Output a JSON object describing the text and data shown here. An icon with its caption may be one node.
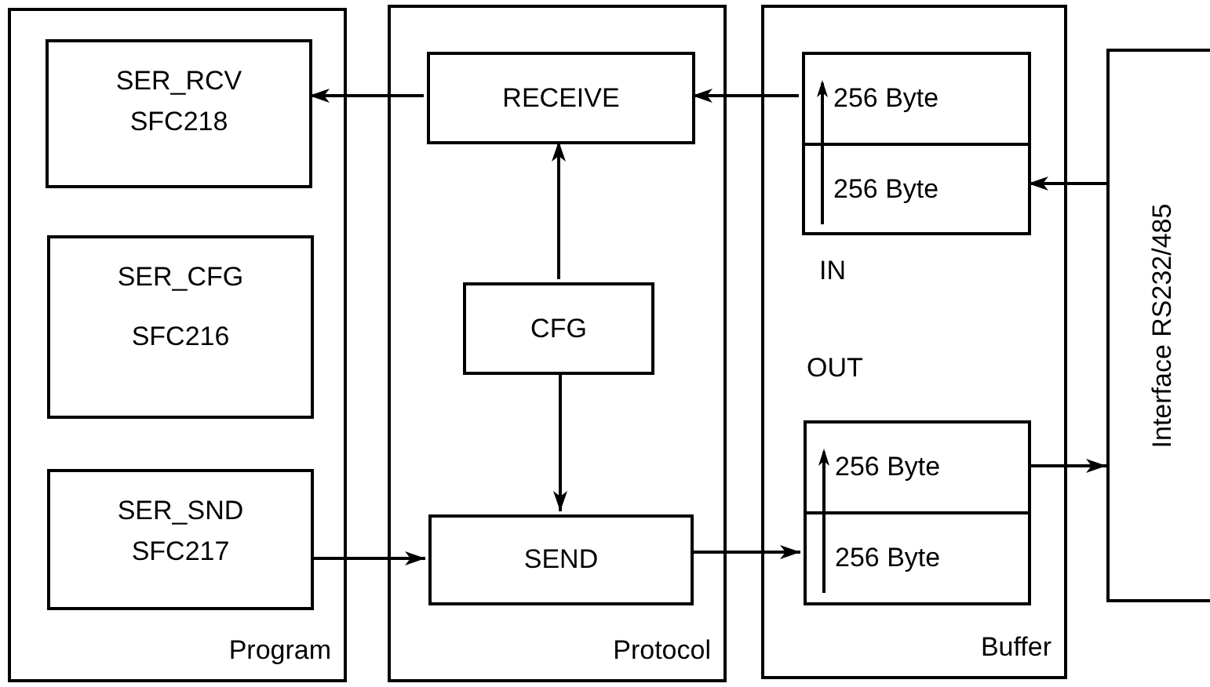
{
  "diagram": {
    "nodes": [
      {
        "text": [
          "Program"
        ]
      },
      {
        "text": [
          "SER_RCV SFC218"
        ],
        "in": 0
      },
      {
        "text": [
          "SER_CFG",
          "SFC216"
        ],
        "in": 0
      },
      {
        "text": [
          "SER_SND SFC217"
        ],
        "in": 0
      },
      {
        "text": [
          "Protocol"
        ]
      },
      {
        "text": [
          "RECEIVE"
        ],
        "in": 4
      },
      {
        "text": [
          "CFG"
        ],
        "in": 4
      },
      {
        "text": [
          "SEND"
        ],
        "in": 4
      },
      {
        "text": [
          "Buffer"
        ]
      },
      {
        "text": [
          "256 Byte",
          "256 Byte"
        ],
        "in": 8,
        "beside": [
          "IN"
        ]
      },
      {
        "text": [
          "256 Byte",
          "256 Byte"
        ],
        "in": 8,
        "beside": [
          "OUT"
        ]
      },
      {
        "text": [
          "Interface RS232/485"
        ]
      }
    ],
    "edges": [
      {
        "from": 5,
        "to": 1,
        "arrow": "to"
      },
      {
        "from": 9,
        "to": 5,
        "arrow": "to"
      },
      {
        "from": 6,
        "to": 5,
        "arrow": "to"
      },
      {
        "from": 6,
        "to": 7,
        "arrow": "to"
      },
      {
        "from": 3,
        "to": 7,
        "arrow": "to"
      },
      {
        "from": 7,
        "to": 10,
        "arrow": "to"
      },
      {
        "from": 11,
        "to": 9,
        "arrow": "to"
      },
      {
        "from": 10,
        "to": 11,
        "arrow": "to"
      }
    ]
  }
}
